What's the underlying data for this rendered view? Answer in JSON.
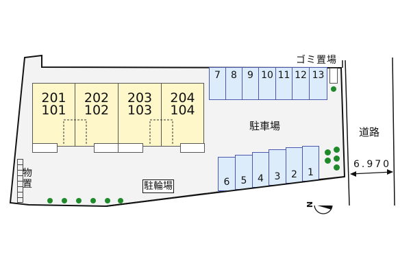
{
  "map": {
    "units": [
      {
        "upper": "201",
        "lower": "101"
      },
      {
        "upper": "202",
        "lower": "102"
      },
      {
        "upper": "203",
        "lower": "103"
      },
      {
        "upper": "204",
        "lower": "104"
      }
    ],
    "parking_top": [
      "7",
      "8",
      "9",
      "10",
      "11",
      "12",
      "13"
    ],
    "parking_bottom": [
      "6",
      "5",
      "4",
      "3",
      "2",
      "1"
    ],
    "labels": {
      "garbage": "ゴミ置場",
      "parking": "駐車場",
      "bicycle_parking": "駐輪場",
      "storage_1": "物",
      "storage_2": "置",
      "road": "道路",
      "road_width": "6.970",
      "compass_north": "N"
    },
    "colors": {
      "unit_fill": "#fdf7c9",
      "stall_fill": "#dcecfb",
      "stall_border": "#4a55b0",
      "tree": "#1f8a2a",
      "site_fill": "#f3f3f3"
    }
  }
}
